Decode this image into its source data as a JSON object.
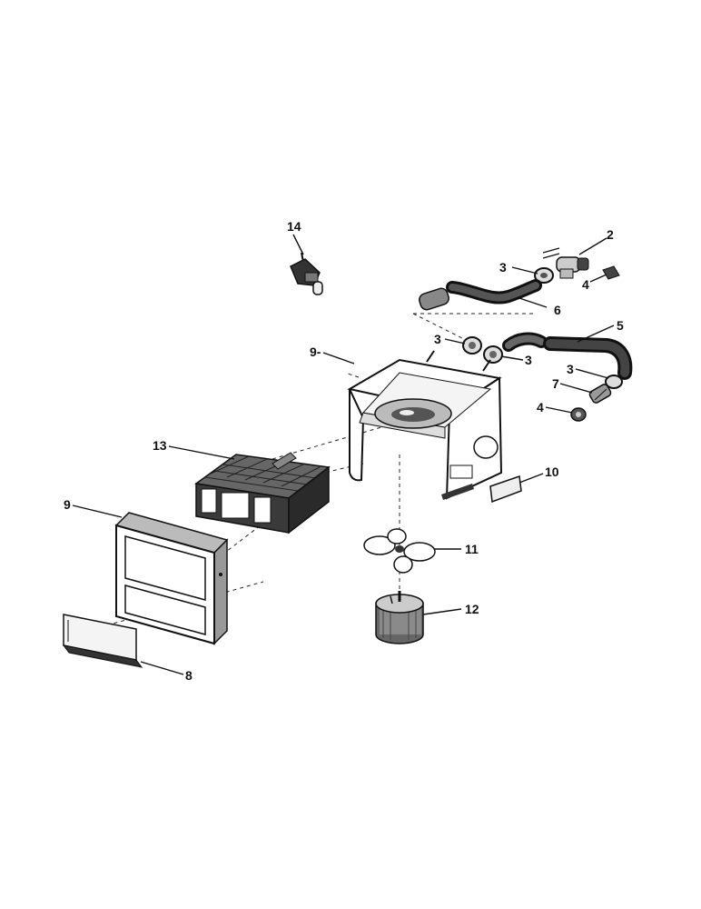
{
  "labels": {
    "thermostat": "14",
    "valve": "2",
    "clamp_valve": "3",
    "fitting_valve": "4",
    "hose_upper": "6",
    "hose_right": "5",
    "clamp_left": "3",
    "clamp_mid": "3",
    "clamp_right": "3",
    "fitting_lower": "4",
    "connector": "7",
    "housing": "9-",
    "core": "13",
    "grille": "9",
    "tag": "10",
    "fan": "11",
    "motor": "12",
    "deflector": "8"
  }
}
